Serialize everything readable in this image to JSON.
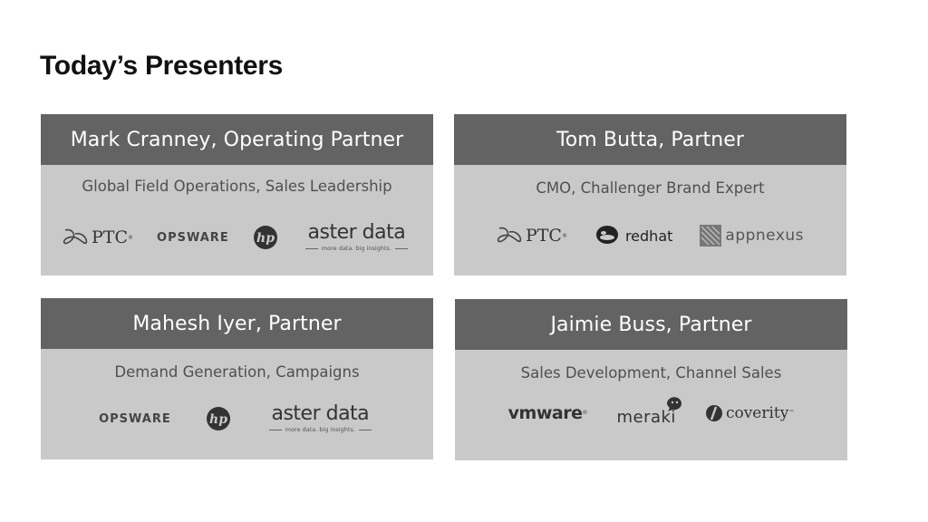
{
  "page": {
    "title": "Today’s Presenters"
  },
  "presenters": [
    {
      "name": "Mark Cranney, Operating Partner",
      "role": "Global Field Operations, Sales Leadership",
      "logos": [
        {
          "text": "PTC",
          "icon": "ptc-logo-icon"
        },
        {
          "text": "OPSWARE",
          "icon": "opsware-logo-icon"
        },
        {
          "text": "hp",
          "icon": "hp-logo-icon"
        },
        {
          "text": "aster data",
          "tagline": "more data. big insights.",
          "icon": "aster-data-logo-icon"
        }
      ]
    },
    {
      "name": "Tom Butta, Partner",
      "role": "CMO, Challenger Brand Expert",
      "logos": [
        {
          "text": "PTC",
          "icon": "ptc-logo-icon"
        },
        {
          "text": "redhat",
          "icon": "redhat-logo-icon"
        },
        {
          "text": "appnexus",
          "icon": "appnexus-logo-icon"
        }
      ]
    },
    {
      "name": "Mahesh Iyer, Partner",
      "role": "Demand Generation, Campaigns",
      "logos": [
        {
          "text": "OPSWARE",
          "icon": "opsware-logo-icon"
        },
        {
          "text": "hp",
          "icon": "hp-logo-icon"
        },
        {
          "text": "aster data",
          "tagline": "more data. big insights.",
          "icon": "aster-data-logo-icon"
        }
      ]
    },
    {
      "name": "Jaimie Buss, Partner",
      "role": "Sales Development, Channel Sales",
      "logos": [
        {
          "text": "vmware",
          "icon": "vmware-logo-icon"
        },
        {
          "text": "meraki",
          "icon": "meraki-logo-icon"
        },
        {
          "text": "coverity",
          "icon": "coverity-logo-icon"
        }
      ]
    }
  ],
  "colors": {
    "header_bg": "#636363",
    "card_bg": "#c9c9c9",
    "title": "#111111"
  }
}
